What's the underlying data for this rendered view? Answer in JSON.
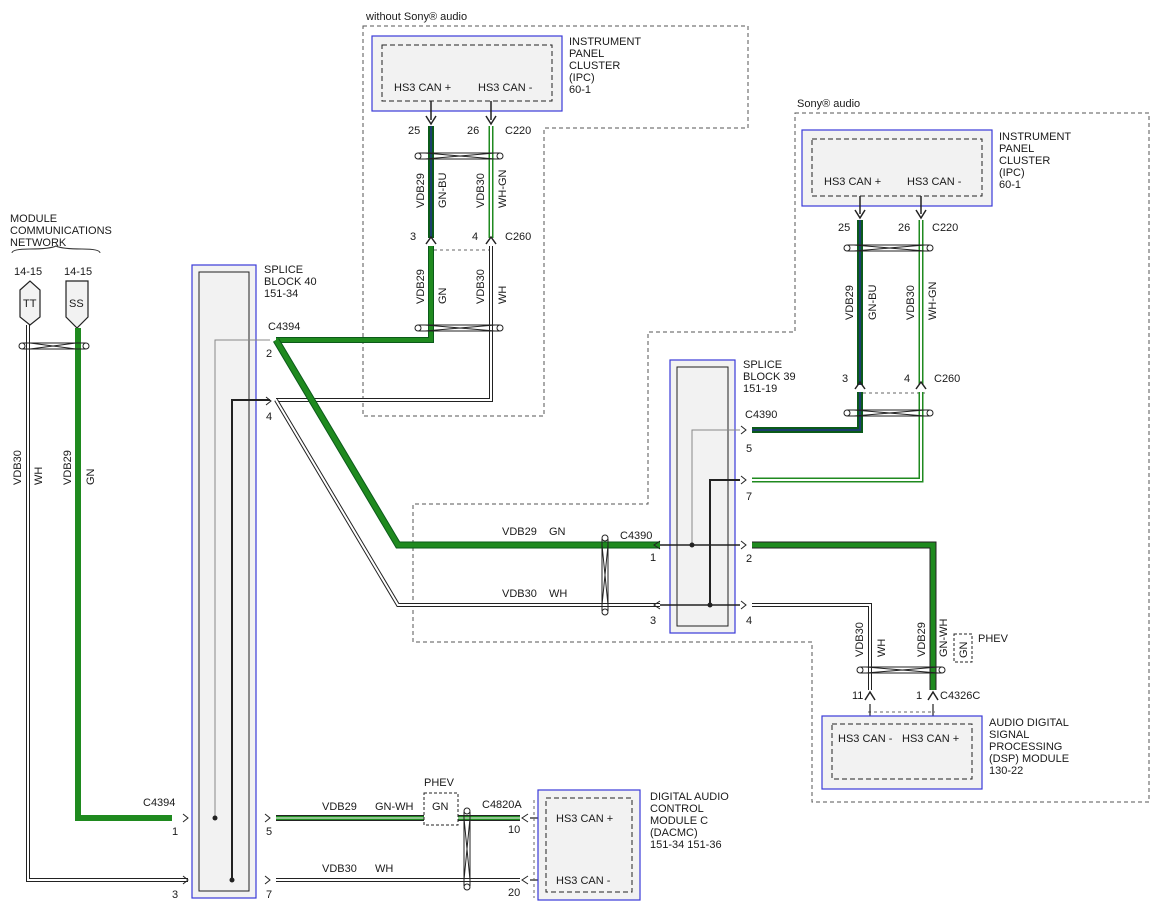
{
  "title": "",
  "regions": {
    "without_sony": "without Sony® audio",
    "sony": "Sony® audio"
  },
  "network": {
    "lines": [
      "MODULE",
      "COMMUNICATIONS",
      "NETWORK"
    ],
    "pages": [
      "14-15",
      "14-15"
    ],
    "flags": [
      "TT",
      "SS"
    ]
  },
  "ipc_top": {
    "name_lines": [
      "INSTRUMENT",
      "PANEL",
      "CLUSTER",
      "(IPC)",
      "60-1"
    ],
    "pin_plus": "HS3 CAN +",
    "pin_minus": "HS3 CAN -"
  },
  "ipc_right": {
    "name_lines": [
      "INSTRUMENT",
      "PANEL",
      "CLUSTER",
      "(IPC)",
      "60-1"
    ],
    "pin_plus": "HS3 CAN +",
    "pin_minus": "HS3 CAN -"
  },
  "splice40": {
    "name_lines": [
      "SPLICE",
      "BLOCK 40",
      "151-34"
    ]
  },
  "splice39": {
    "name_lines": [
      "SPLICE",
      "BLOCK 39",
      "151-19"
    ]
  },
  "dacmc": {
    "name_lines": [
      "DIGITAL AUDIO",
      "CONTROL",
      "MODULE C",
      "(DACMC)",
      "151-34  151-36"
    ],
    "pin_plus": "HS3 CAN +",
    "pin_minus": "HS3 CAN -"
  },
  "dsp": {
    "name_lines": [
      "AUDIO DIGITAL",
      "SIGNAL",
      "PROCESSING",
      "(DSP) MODULE",
      "130-22"
    ],
    "pin_minus": "HS3 CAN -",
    "pin_plus": "HS3 CAN +"
  },
  "connectors": {
    "c220": "C220",
    "c260": "C260",
    "c4394": "C4394",
    "c4390": "C4390",
    "c4326c": "C4326C",
    "c4820a": "C4820A"
  },
  "pins": {
    "p25": "25",
    "p26": "26",
    "p3": "3",
    "p4": "4",
    "p2": "2",
    "p1": "1",
    "p5": "5",
    "p7": "7",
    "p11": "11",
    "p10": "10",
    "p20": "20"
  },
  "wires": {
    "vdb29": "VDB29",
    "vdb30": "VDB30",
    "gn": "GN",
    "wh": "WH",
    "gn_bu": "GN-BU",
    "wh_gn": "WH-GN",
    "gn_wh": "GN-WH"
  },
  "phev": "PHEV",
  "colors": {
    "wire_green": "#1f8a1f",
    "wire_green_dark": "#0b5a1a",
    "wire_blue": "#1c3d6e",
    "box_blue": "#3a3ad8",
    "box_fill": "#f2f2f2",
    "line": "#222222",
    "dash": "#444444"
  }
}
